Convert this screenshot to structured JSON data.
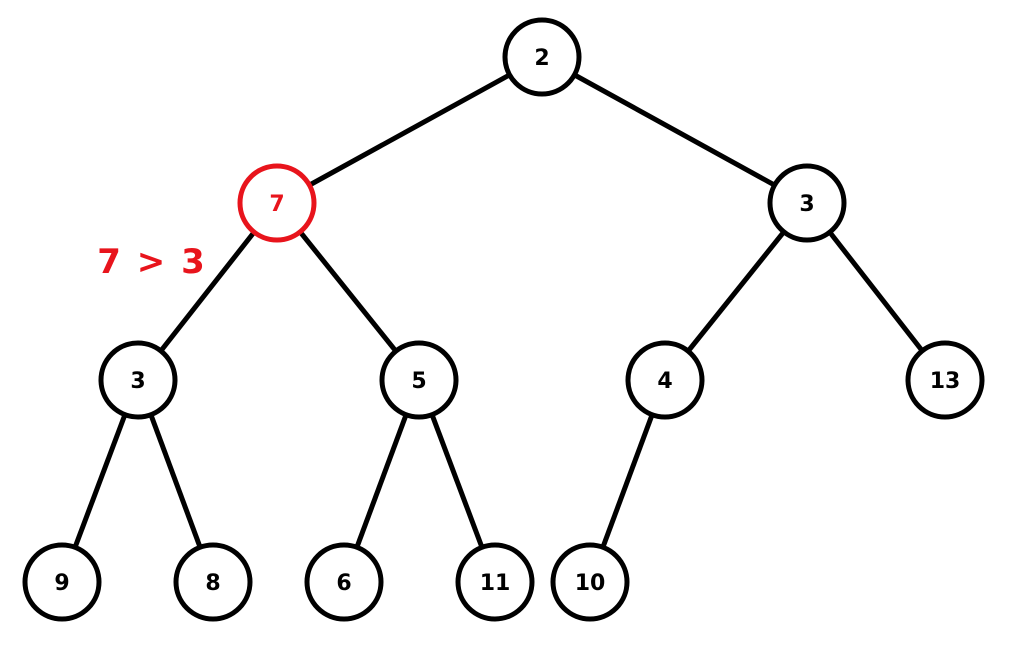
{
  "colors": {
    "stroke": "#000000",
    "highlight": "#e8141c",
    "fill": "#ffffff"
  },
  "annotation": {
    "text": "7 > 3",
    "color": "#e8141c"
  },
  "nodes": [
    {
      "id": "n0",
      "label": "2"
    },
    {
      "id": "n1",
      "label": "7",
      "highlighted": true
    },
    {
      "id": "n2",
      "label": "3"
    },
    {
      "id": "n3",
      "label": "3"
    },
    {
      "id": "n4",
      "label": "5"
    },
    {
      "id": "n5",
      "label": "4"
    },
    {
      "id": "n6",
      "label": "13"
    },
    {
      "id": "n7",
      "label": "9"
    },
    {
      "id": "n8",
      "label": "8"
    },
    {
      "id": "n9",
      "label": "6"
    },
    {
      "id": "n10",
      "label": "11"
    },
    {
      "id": "n11",
      "label": "10"
    }
  ],
  "edges": [
    [
      "n0",
      "n1"
    ],
    [
      "n0",
      "n2"
    ],
    [
      "n1",
      "n3"
    ],
    [
      "n1",
      "n4"
    ],
    [
      "n2",
      "n5"
    ],
    [
      "n2",
      "n6"
    ],
    [
      "n3",
      "n7"
    ],
    [
      "n3",
      "n8"
    ],
    [
      "n4",
      "n9"
    ],
    [
      "n4",
      "n10"
    ],
    [
      "n5",
      "n11"
    ]
  ]
}
